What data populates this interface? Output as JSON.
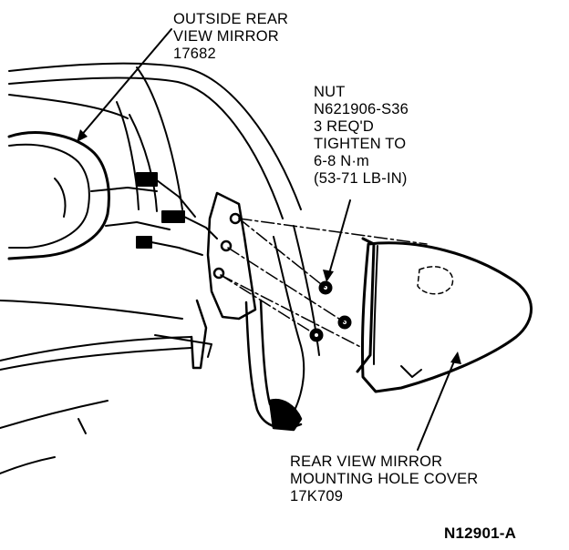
{
  "callouts": {
    "mirror": {
      "lines": [
        "OUTSIDE REAR",
        "VIEW MIRROR",
        "17682"
      ]
    },
    "nut": {
      "lines": [
        "NUT",
        "N621906-S36",
        "3 REQ'D",
        "TIGHTEN TO",
        "6-8 N·m",
        "(53-71 LB-IN)"
      ]
    },
    "cover": {
      "lines": [
        "REAR VIEW MIRROR",
        "MOUNTING HOLE COVER",
        "17K709"
      ]
    }
  },
  "figure_id": "N12901-A",
  "colors": {
    "ink": "#000000",
    "paper": "#ffffff"
  }
}
